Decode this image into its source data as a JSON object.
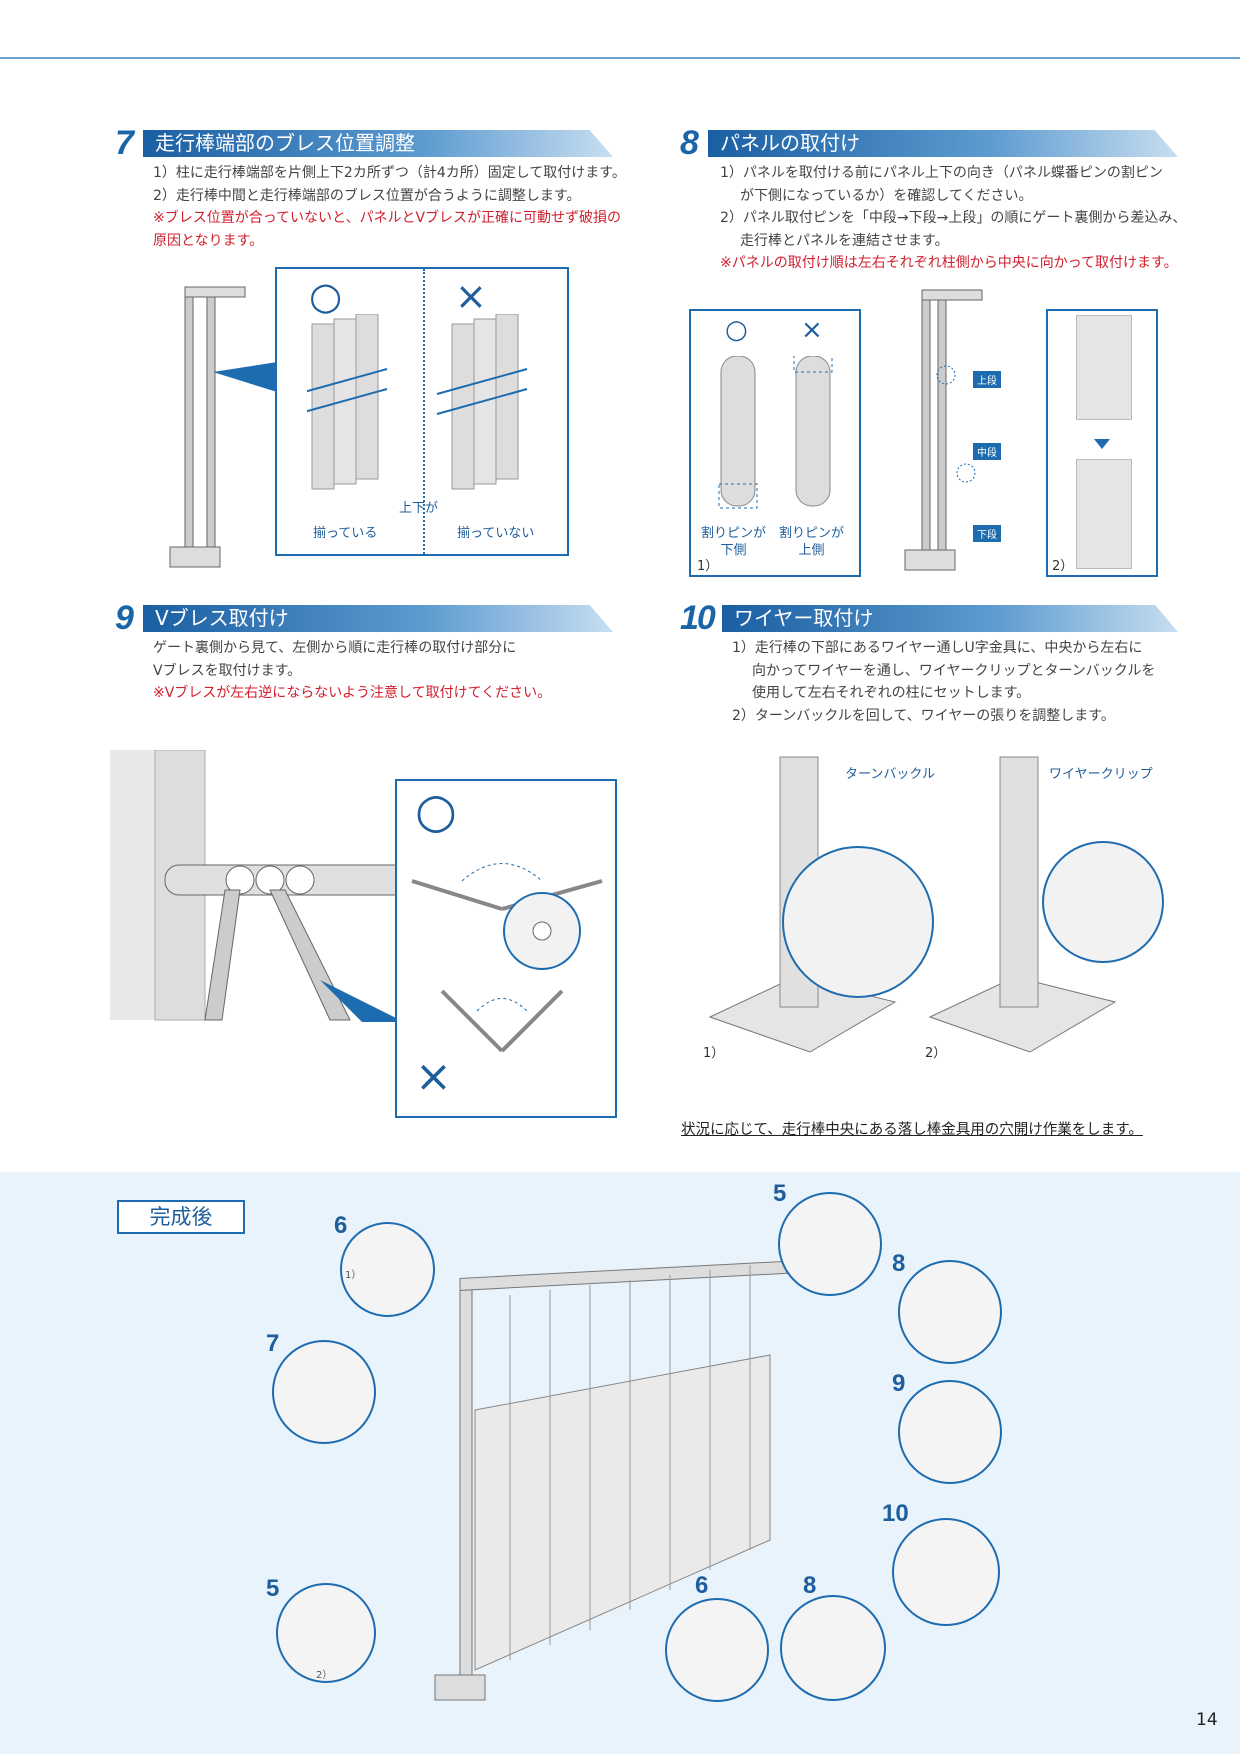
{
  "sections": {
    "s7": {
      "num": "7",
      "title": "走行棒端部のブレス位置調整",
      "lines": [
        "1）柱に走行棒端部を片側上下2カ所ずつ（計4カ所）固定して取付けます。",
        "2）走行棒中間と走行棒端部のブレス位置が合うように調整します。"
      ],
      "warning": "※ブレス位置が合っていないと、パネルとVブレスが正確に可動せず破損の原因となります。",
      "ok_mark": "○",
      "ng_mark": "×",
      "caption_mid": "上下が",
      "caption_ok": "揃っている",
      "caption_ng": "揃っていない"
    },
    "s8": {
      "num": "8",
      "title": "パネルの取付け",
      "lines": [
        "1）パネルを取付ける前にパネル上下の向き（パネル蝶番ピンの割ピン",
        "が下側になっているか）を確認してください。",
        "2）パネル取付ピンを「中段→下段→上段」の順にゲート裏側から差込み、",
        "走行棒とパネルを連結させます。"
      ],
      "warning": "※パネルの取付け順は左右それぞれ柱側から中央に向かって取付けます。",
      "ok_mark": "○",
      "ng_mark": "×",
      "ok_label": "割りピンが\n下側",
      "ng_label": "割りピンが\n上側",
      "step1": "1）",
      "step2": "2）",
      "tags": [
        "上段",
        "中段",
        "下段"
      ]
    },
    "s9": {
      "num": "9",
      "title": "Vブレス取付け",
      "lines": [
        "ゲート裏側から見て、左側から順に走行棒の取付け部分に",
        "Vブレスを取付けます。"
      ],
      "warning": "※Vブレスが左右逆にならないよう注意して取付けてください。",
      "ok_mark": "○",
      "ng_mark": "×"
    },
    "s10": {
      "num": "10",
      "title": "ワイヤー取付け",
      "lines": [
        "1）走行棒の下部にあるワイヤー通しU字金具に、中央から左右に",
        "向かってワイヤーを通し、ワイヤークリップとターンバックルを",
        "使用して左右それぞれの柱にセットします。",
        "2）ターンバックルを回して、ワイヤーの張りを調整します。"
      ],
      "label_turnbuckle": "ターンバックル",
      "label_clip": "ワイヤークリップ",
      "step1": "1）",
      "step2": "2）"
    }
  },
  "note": "状況に応じて、走行棒中央にある落し棒金具用の穴開け作業をします。",
  "completed": {
    "label": "完成後",
    "callouts": [
      "5",
      "6",
      "7",
      "5",
      "8",
      "9",
      "10",
      "6",
      "8"
    ],
    "sub1": "1）",
    "sub2": "2）"
  },
  "page_number": "14"
}
